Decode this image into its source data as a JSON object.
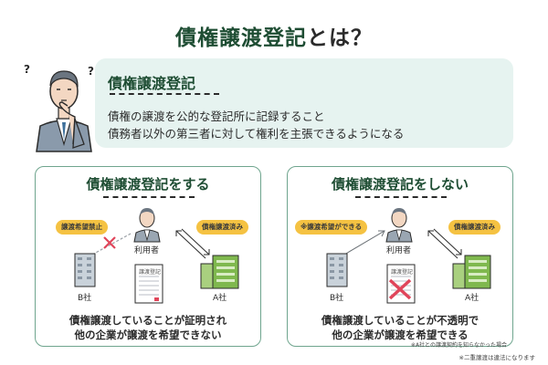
{
  "header": {
    "title": "債権譲渡登記",
    "title_suffix": "とは？"
  },
  "definition": {
    "heading": "債権譲渡登記",
    "line1": "債権の譲渡を公的な登記所に記録すること",
    "line2": "債務者以外の第三者に対して権利を主張できるようになる"
  },
  "panels": [
    {
      "title": "債権譲渡登記をする",
      "badge_left": "譲渡希望禁止",
      "badge_right": "債権譲渡済み",
      "user_label": "利用者",
      "company_b": "B社",
      "company_a": "A社",
      "doc_label": "譲渡登記",
      "caption_line1": "債権譲渡していることが証明され",
      "caption_line2": "他の企業が譲渡を希望できない"
    },
    {
      "title": "債権譲渡登記をしない",
      "badge_left": "※譲渡希望ができる",
      "badge_right": "債権譲渡済み",
      "user_label": "利用者",
      "company_b": "B社",
      "company_a": "A社",
      "doc_label": "譲渡登記",
      "caption_line1": "債権譲渡していることが不透明で",
      "caption_line2": "他の企業が譲渡を希望できる",
      "note": "※A社との譲渡契約を知らなかった場合"
    }
  ],
  "footnote": "※二重譲渡は違法になります",
  "colors": {
    "primary": "#1e4d33",
    "accent_bg": "#e6f3f0",
    "badge": "#f5c242",
    "cross": "#e0455a",
    "building_green": "#7fb84e"
  }
}
